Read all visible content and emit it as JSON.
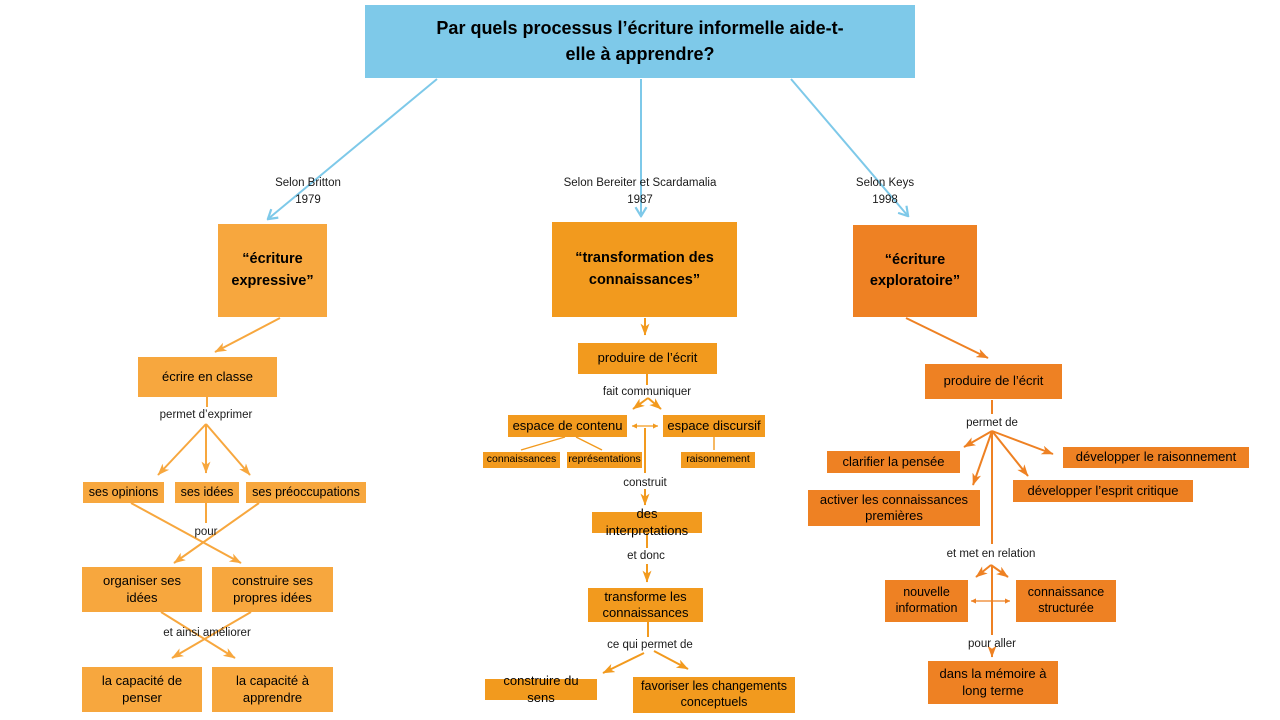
{
  "colors": {
    "title_bg": "#7EC9E9",
    "arrow_blue": "#7EC9E9",
    "branch_left_orange": "#F7A73E",
    "branch_middle_orange": "#F29A1E",
    "branch_right_orange": "#EE8123"
  },
  "title": "Par quels processus l’écriture informelle aide-t-elle à apprendre?",
  "sources": {
    "britton": {
      "name": "Selon Britton",
      "year": "1979"
    },
    "bereiter": {
      "name": "Selon Bereiter et Scardamalia",
      "year": "1987"
    },
    "keys": {
      "name": "Selon Keys",
      "year": "1998"
    }
  },
  "nodes": {
    "ecriture_expressive": "“écriture expressive”",
    "ecrire_en_classe": "écrire en classe",
    "ses_opinions": "ses opinions",
    "ses_idees": "ses idées",
    "ses_preoccupations": "ses préoccupations",
    "organiser_ses_idees": "organiser ses idées",
    "construire_ses_propres_idees": "construire ses propres idées",
    "la_capacite_de_penser": "la capacité de penser",
    "la_capacite_a_apprendre": "la capacité à apprendre",
    "transformation_des_connaissances": "“transformation des connaissances”",
    "produire_de_l_ecrit_milieu": "produire de l’écrit",
    "espace_de_contenu": "espace de contenu",
    "espace_discursif": "espace discursif",
    "connaissances": "connaissances",
    "representations": "représentations",
    "raisonnement": "raisonnement",
    "des_interpretations": "des interpretations",
    "transforme_les_connaissances": "transforme les connaissances",
    "construire_du_sens": "construire du sens",
    "favoriser_les_changements_conceptuels": "favoriser les changements conceptuels",
    "ecriture_exploratoire": "“écriture exploratoire”",
    "produire_de_l_ecrit_droite": "produire de l’écrit",
    "clarifier_la_pensee": "clarifier la pensée",
    "activer_les_connaissances_premieres": "activer les connaissances premières",
    "developper_le_raisonnement": "développer le raisonnement",
    "developper_l_esprit_critique": "développer l’esprit critique",
    "nouvelle_information": "nouvelle information",
    "connaissance_structuree": "connaissance structurée",
    "dans_la_memoire_a_long_terme": "dans la mémoire à long terme"
  },
  "edge_labels": {
    "permet_d_exprimer": "permet d’exprimer",
    "pour": "pour",
    "et_ainsi_ameliorer": "et ainsi améliorer",
    "fait_communiquer": "fait communiquer",
    "construit": "construit",
    "et_donc": "et donc",
    "ce_qui_permet_de": "ce qui permet de",
    "permet_de": "permet de",
    "et_met_en_relation": "et met en relation",
    "pour_aller": "pour aller"
  }
}
